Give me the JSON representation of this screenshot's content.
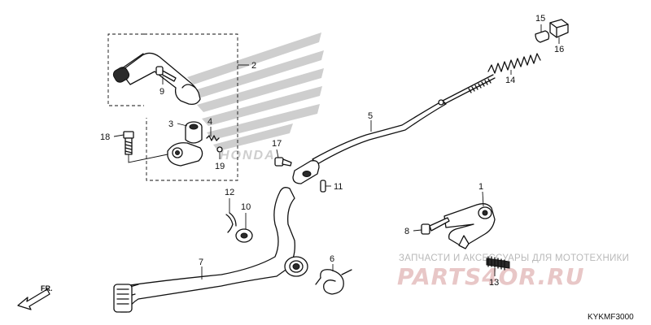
{
  "diagram": {
    "code": "KYKMF3000",
    "direction_label": "FR.",
    "watermark": {
      "logo_text": "HONDA",
      "site_line": "ЗАПЧАСТИ И АКСЕССУАРЫ ДЛЯ МОТОТЕХНИКИ",
      "site_name": "PARTS4OR.RU"
    },
    "parts": [
      {
        "id": "1",
        "label": "1"
      },
      {
        "id": "2",
        "label": "2"
      },
      {
        "id": "3",
        "label": "3"
      },
      {
        "id": "4",
        "label": "4"
      },
      {
        "id": "5",
        "label": "5"
      },
      {
        "id": "6",
        "label": "6"
      },
      {
        "id": "7",
        "label": "7"
      },
      {
        "id": "8",
        "label": "8"
      },
      {
        "id": "9",
        "label": "9"
      },
      {
        "id": "10",
        "label": "10"
      },
      {
        "id": "11",
        "label": "11"
      },
      {
        "id": "12",
        "label": "12"
      },
      {
        "id": "13",
        "label": "13"
      },
      {
        "id": "14",
        "label": "14"
      },
      {
        "id": "15",
        "label": "15"
      },
      {
        "id": "16",
        "label": "16"
      },
      {
        "id": "17",
        "label": "17"
      },
      {
        "id": "18",
        "label": "18"
      },
      {
        "id": "19",
        "label": "19"
      }
    ]
  }
}
